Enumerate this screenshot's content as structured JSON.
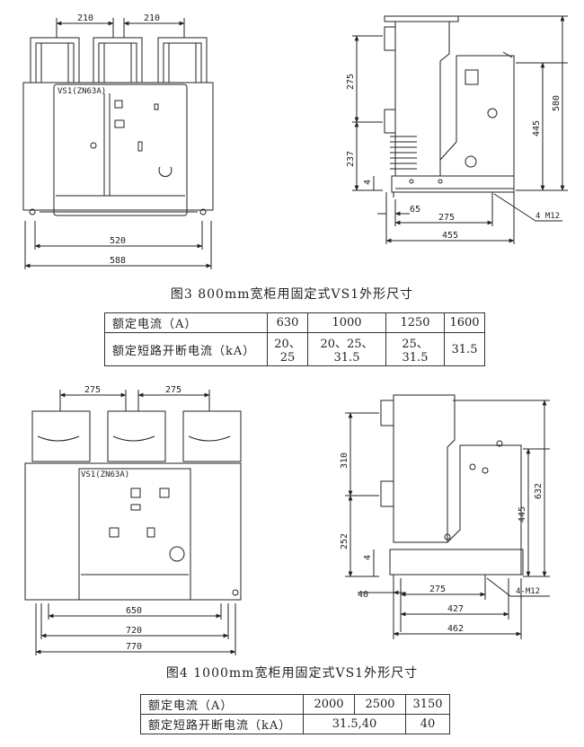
{
  "figure3": {
    "front": {
      "model_label": "VS1(ZN63A)",
      "dim_top_left": "210",
      "dim_top_right": "210",
      "dim_inner": "520",
      "dim_outer": "588"
    },
    "side": {
      "dim_275_vert": "275",
      "dim_237": "237",
      "dim_4": "4",
      "dim_445": "445",
      "dim_580": "580",
      "dim_65": "65",
      "dim_275_horiz": "275",
      "dim_455": "455",
      "bolt": "4 M12"
    },
    "caption": "图3 800mm宽柜用固定式VS1外形尺寸",
    "table": {
      "rows": [
        [
          "额定电流（A）",
          "630",
          "1000",
          "1250",
          "1600"
        ],
        [
          "额定短路开断电流（kA）",
          "20、25",
          "20、25、31.5",
          "25、31.5",
          "31.5"
        ]
      ]
    }
  },
  "figure4": {
    "front": {
      "model_label": "VS1(ZN63A)",
      "dim_top_left": "275",
      "dim_top_right": "275",
      "dim_650": "650",
      "dim_720": "720",
      "dim_770": "770"
    },
    "side": {
      "dim_310": "310",
      "dim_252": "252",
      "dim_4": "4",
      "dim_445": "445",
      "dim_632": "632",
      "dim_40": "40",
      "dim_275": "275",
      "dim_427": "427",
      "dim_462": "462",
      "bolt": "4-M12"
    },
    "caption": "图4 1000mm宽柜用固定式VS1外形尺寸",
    "table": {
      "header": [
        "额定电流（A）",
        "2000",
        "2500",
        "3150"
      ],
      "row2_label": "额定短路开断电流（kA）",
      "row2_merged": "31.5,40",
      "row2_last": "40"
    }
  }
}
